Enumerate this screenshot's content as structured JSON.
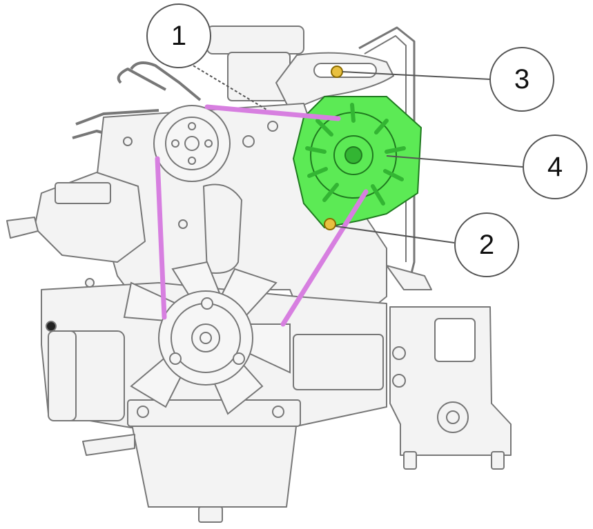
{
  "callouts": [
    {
      "id": "1",
      "label": "1",
      "part": "belt-top-run"
    },
    {
      "id": "2",
      "label": "2",
      "part": "alternator-pivot-bolt"
    },
    {
      "id": "3",
      "label": "3",
      "part": "adjuster-slot-bolt"
    },
    {
      "id": "4",
      "label": "4",
      "part": "alternator"
    }
  ],
  "colors": {
    "belt": "#d77fe0",
    "alternator": "#5cea55",
    "alternator_dark": "#33b533",
    "bolt": "#e8c040",
    "line": "#555555",
    "engine_fill": "#f3f3f3",
    "engine_stroke": "#777777"
  }
}
